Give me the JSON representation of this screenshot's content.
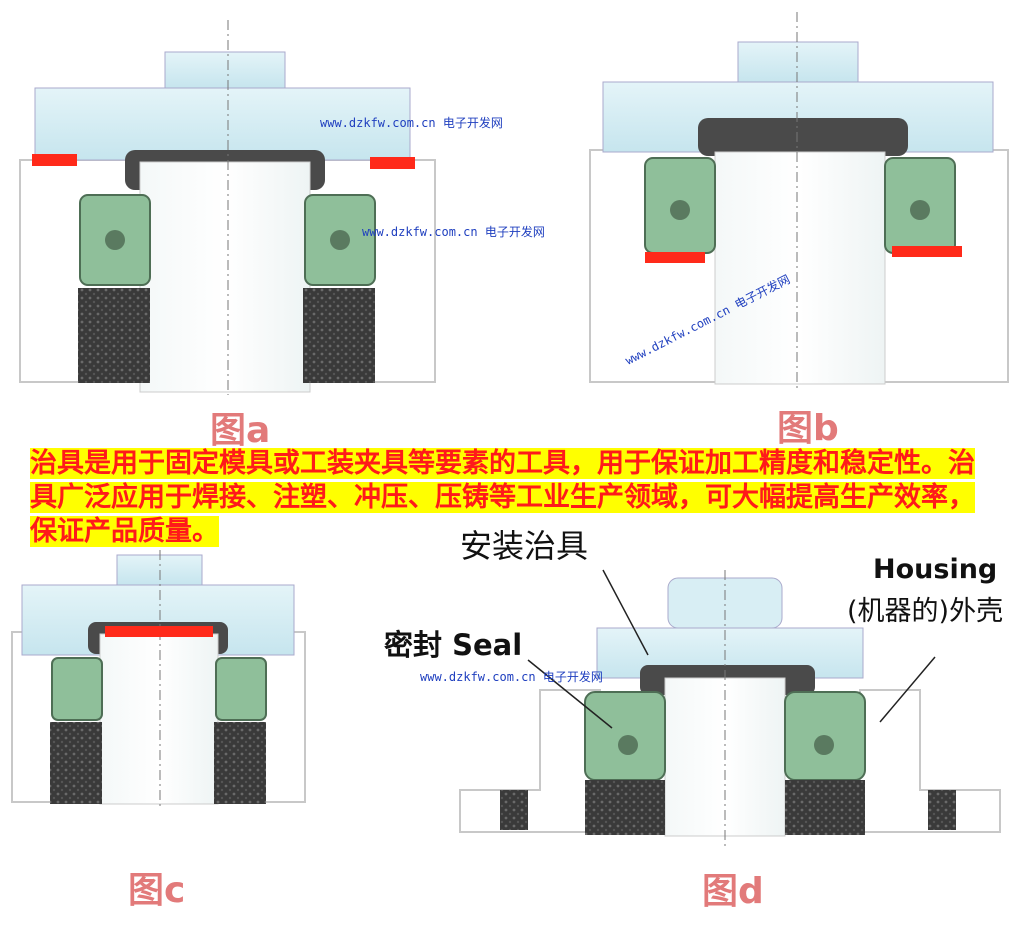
{
  "figures": {
    "a": {
      "label": "图a"
    },
    "b": {
      "label": "图b"
    },
    "c": {
      "label": "图c"
    },
    "d": {
      "label": "图d"
    }
  },
  "watermark": "www.dzkfw.com.cn 电子开发网",
  "description": "治具是用于固定模具或工装夹具等要素的工具，用于保证加工精度和稳定性。治具广泛应用于焊接、注塑、冲压、压铸等工业生产领域，可大幅提高生产效率，保证产品质量。",
  "callouts": {
    "fixture": "安装治具",
    "seal": "密封 Seal",
    "housing_en": "Housing",
    "housing_cn": "(机器的)外壳"
  },
  "colors": {
    "highlight_red": "#ff2a1a",
    "description_bg": "#ffff00",
    "description_text": "#ff1a1a",
    "fixture_blue": "#cfeaf2",
    "seal_green": "#8fbf9a",
    "coil_dark": "#3e3e3e"
  }
}
